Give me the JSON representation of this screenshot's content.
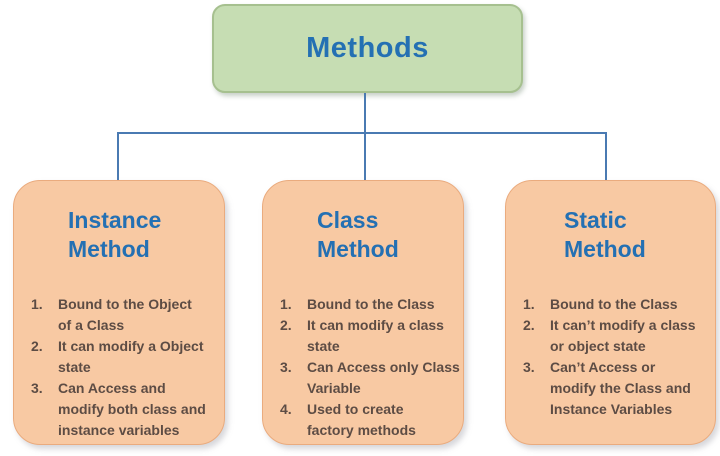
{
  "colors": {
    "green-fill": "#c6ddb3",
    "green-border": "#a6c08f",
    "peach-fill": "#f8c9a3",
    "peach-border": "#eaab7e",
    "title-blue": "#2470b3",
    "list-text": "#5d4c44",
    "line-blue": "#4a7ab2",
    "background": "#ffffff"
  },
  "root_node": {
    "label": "Methods"
  },
  "cards": [
    {
      "id": "instance-method",
      "title_line1": "Instance",
      "title_line2": "Method",
      "items": [
        "Bound to the Object\nof a Class",
        "It can modify a Object\nstate",
        "Can Access and\nmodify both class and\ninstance variables"
      ]
    },
    {
      "id": "class-method",
      "title_line1": "Class",
      "title_line2": "Method",
      "items": [
        "Bound to the Class",
        "It can modify a class\nstate",
        "Can Access only Class\nVariable",
        "Used to create\nfactory methods"
      ]
    },
    {
      "id": "static-method",
      "title_line1": "Static",
      "title_line2": "Method",
      "items": [
        "Bound to the Class",
        "It can’t modify a class\nor object state",
        "Can’t Access or\nmodify the Class and\nInstance Variables"
      ]
    }
  ]
}
